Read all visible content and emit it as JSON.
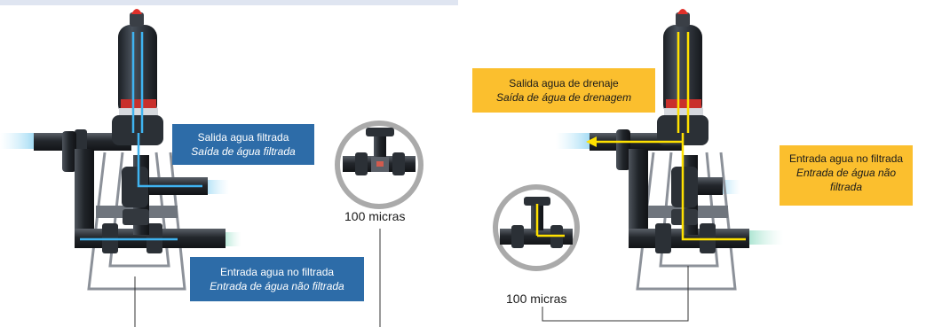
{
  "left_panel": {
    "outlet_callout": {
      "es": "Salida agua filtrada",
      "pt": "Saída de água filtrada"
    },
    "inlet_callout": {
      "es": "Entrada agua no filtrada",
      "pt": "Entrada de água não filtrada"
    },
    "micron_label": "100 micras"
  },
  "right_panel": {
    "drain_callout": {
      "es": "Salida agua de drenaje",
      "pt": "Saída de água de drenagem"
    },
    "inlet_callout": {
      "es": "Entrada agua no filtrada",
      "pt": "Entrada de água não filtrada"
    },
    "micron_label": "100 micras"
  },
  "colors": {
    "blue_callout": "#2d6ca8",
    "yellow_callout": "#fbbf2e",
    "filtration_flow": "#3fb3f0",
    "backwash_flow": "#ffe100",
    "filter_body": "#2a2f36"
  }
}
